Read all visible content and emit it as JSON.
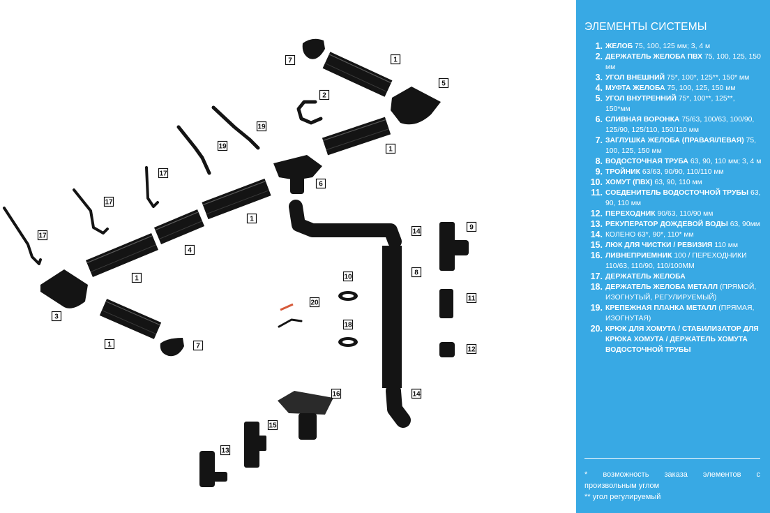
{
  "sidebar": {
    "title": "ЭЛЕМЕНТЫ СИСТЕМЫ",
    "items": [
      {
        "num": "1.",
        "name": "ЖЕЛОБ",
        "desc": " 75, 100, 125 мм; 3, 4 м"
      },
      {
        "num": "2.",
        "name": "ДЕРЖАТЕЛЬ ЖЕЛОБА ПВХ",
        "desc": " 75, 100, 125, 150 мм"
      },
      {
        "num": "3.",
        "name": "УГОЛ ВНЕШНИЙ",
        "desc": " 75*, 100*, 125**, 150* мм"
      },
      {
        "num": "4.",
        "name": "МУФТА ЖЕЛОБА",
        "desc": " 75, 100, 125, 150 мм"
      },
      {
        "num": "5.",
        "name": "УГОЛ ВНУТРЕННИЙ",
        "desc": " 75*,  100**, 125**, 150*мм"
      },
      {
        "num": "6.",
        "name": "СЛИВНАЯ ВОРОНКА",
        "desc": " 75/63, 100/63, 100/90, 125/90, 125/110, 150/110 мм"
      },
      {
        "num": "7.",
        "name": "ЗАГЛУШКА ЖЕЛОБА (ПРАВАЯ/ЛЕВАЯ)",
        "desc": " 75, 100, 125, 150 мм"
      },
      {
        "num": "8.",
        "name": "ВОДОСТОЧНАЯ ТРУБА",
        "desc": " 63, 90, 110 мм; 3, 4 м"
      },
      {
        "num": "9.",
        "name": "ТРОЙНИК",
        "desc": " 63/63, 90/90, 110/110 мм"
      },
      {
        "num": "10.",
        "name": "ХОМУТ (ПВХ)",
        "desc": " 63, 90, 110 мм"
      },
      {
        "num": "11.",
        "name": "СОЕДЕНИТЕЛЬ ВОДОСТОЧНОЙ ТРУБЫ",
        "desc": " 63, 90, 110 мм"
      },
      {
        "num": "12.",
        "name": "ПЕРЕХОДНИК",
        "desc": " 90/63, 110/90 мм"
      },
      {
        "num": "13.",
        "name": "РЕКУПЕРАТОР ДОЖДЕВОЙ ВОДЫ",
        "desc": " 63, 90мм"
      },
      {
        "num": "14.",
        "name": "",
        "desc": "КОЛЕНО 63*, 90*, 110* мм"
      },
      {
        "num": "15.",
        "name": "ЛЮК ДЛЯ ЧИСТКИ / РЕВИЗИЯ",
        "desc": " 110 мм"
      },
      {
        "num": "16.",
        "name": "ЛИВНЕПРИЕМНИК",
        "desc": " 100 / ПЕРЕХОДНИКИ 110/63, 110/90, 110/100ММ"
      },
      {
        "num": "17.",
        "name": "ДЕРЖАТЕЛЬ ЖЕЛОБА",
        "desc": ""
      },
      {
        "num": "18.",
        "name": "ДЕРЖАТЕЛЬ ЖЕЛОБА МЕТАЛЛ",
        "desc": " (ПРЯМОЙ, ИЗОГНУТЫЙ, РЕГУЛИРУЕМЫЙ)"
      },
      {
        "num": "19.",
        "name": "КРЕПЕЖНАЯ ПЛАНКА МЕТАЛЛ",
        "desc": " (ПРЯМАЯ, ИЗОГНУТАЯ)"
      },
      {
        "num": "20.",
        "name": "КРЮК ДЛЯ ХОМУТА / СТАБИЛИЗАТОР ДЛЯ КРЮКА ХОМУТА / ДЕРЖАТЕЛЬ ХОМУТА ВОДОСТОЧНОЙ ТРУБЫ",
        "desc": ""
      }
    ],
    "footnotes": [
      "*   возможность   заказа   элементов   с произвольным углом",
      "** угол регулируемый"
    ]
  },
  "colors": {
    "panel": "#38a9e4",
    "part": "#141414",
    "text": "#ffffff"
  },
  "diagram": {
    "labels": [
      "1",
      "1",
      "1",
      "1",
      "1",
      "2",
      "3",
      "4",
      "5",
      "6",
      "7",
      "7",
      "8",
      "9",
      "10",
      "11",
      "12",
      "13",
      "14",
      "14",
      "15",
      "16",
      "17",
      "17",
      "17",
      "18",
      "19",
      "19",
      "20"
    ]
  }
}
